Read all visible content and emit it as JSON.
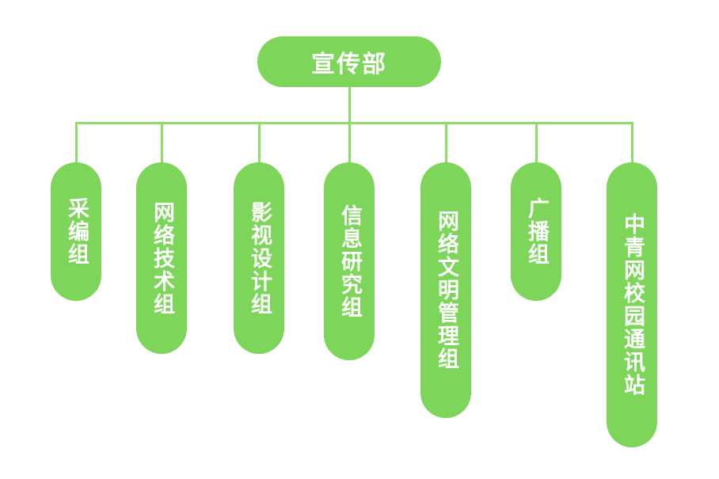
{
  "root": {
    "label": "宣传部"
  },
  "children": [
    {
      "label": "采编组"
    },
    {
      "label": "网络技术组"
    },
    {
      "label": "影视设计组"
    },
    {
      "label": "信息研究组"
    },
    {
      "label": "网络文明管理组"
    },
    {
      "label": "广播组"
    },
    {
      "label": "中青网校园通讯站"
    }
  ],
  "colors": {
    "node": "#7dd65a",
    "line": "#8ddc6c",
    "text": "#ffffff"
  }
}
